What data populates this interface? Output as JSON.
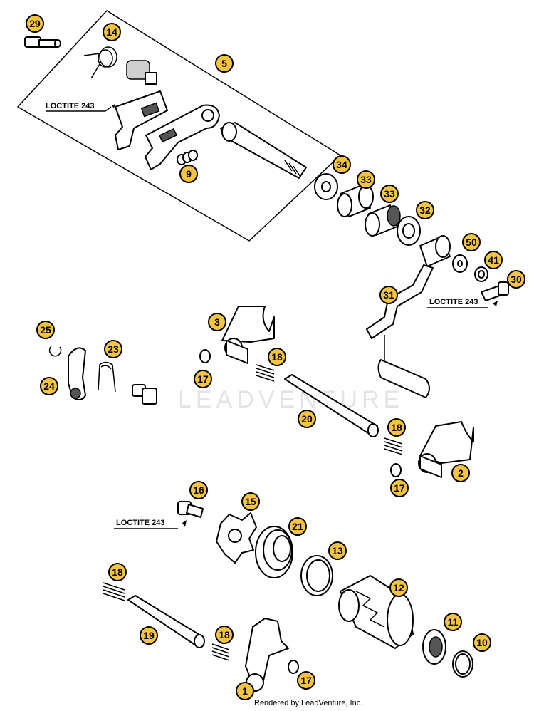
{
  "diagram": {
    "watermark": "LEADVENTURE",
    "credit": "Rendered by LeadVenture, Inc.",
    "callout_color": "#f5c542",
    "callouts": {
      "c29": "29",
      "c14": "14",
      "c5": "5",
      "c9": "9",
      "c34": "34",
      "c33a": "33",
      "c33b": "33",
      "c32": "32",
      "c50": "50",
      "c41": "41",
      "c30": "30",
      "c31": "31",
      "c25": "25",
      "c23": "23",
      "c24": "24",
      "c3": "3",
      "c18a": "18",
      "c17a": "17",
      "c20": "20",
      "c18b": "18",
      "c2": "2",
      "c17b": "17",
      "c16": "16",
      "c15": "15",
      "c21": "21",
      "c13": "13",
      "c12": "12",
      "c18c": "18",
      "c19": "19",
      "c18d": "18",
      "c11": "11",
      "c10": "10",
      "c1": "1",
      "c17c": "17"
    },
    "loctite": {
      "top": "LOCTITE 243",
      "right": "LOCTITE 243",
      "bottom": "LOCTITE 243"
    }
  }
}
